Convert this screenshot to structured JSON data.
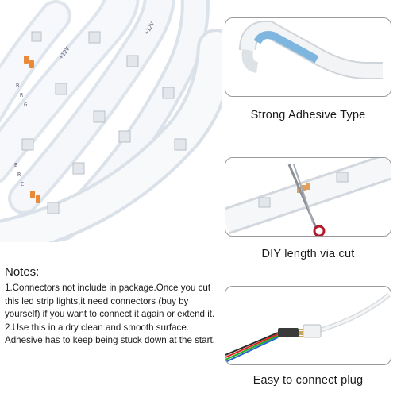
{
  "features": [
    {
      "caption": "Strong Adhesive Type",
      "icon": "adhesive-tape-image"
    },
    {
      "caption": "DIY length via cut",
      "icon": "scissors-cut-image"
    },
    {
      "caption": "Easy to connect plug",
      "icon": "connector-plug-image"
    }
  ],
  "notes": {
    "title": "Notes:",
    "items": [
      "1.Connectors not include in package.Once you cut this led strip lights,it need connectors (buy by yourself) if you want to connect it again or extend it.",
      "2.Use this in a dry clean and smooth surface. Adhesive has to keep being stuck down at the start."
    ]
  },
  "strip_markings": [
    "+12V",
    "B",
    "R",
    "G",
    "C"
  ],
  "colors": {
    "panel_border": "#9a9a9a",
    "adhesive_backing": "#7fb6e0",
    "scissor_handle": "#b01a2a",
    "cut_marker": "#e0a060",
    "led_orange": "#e98a3a"
  }
}
